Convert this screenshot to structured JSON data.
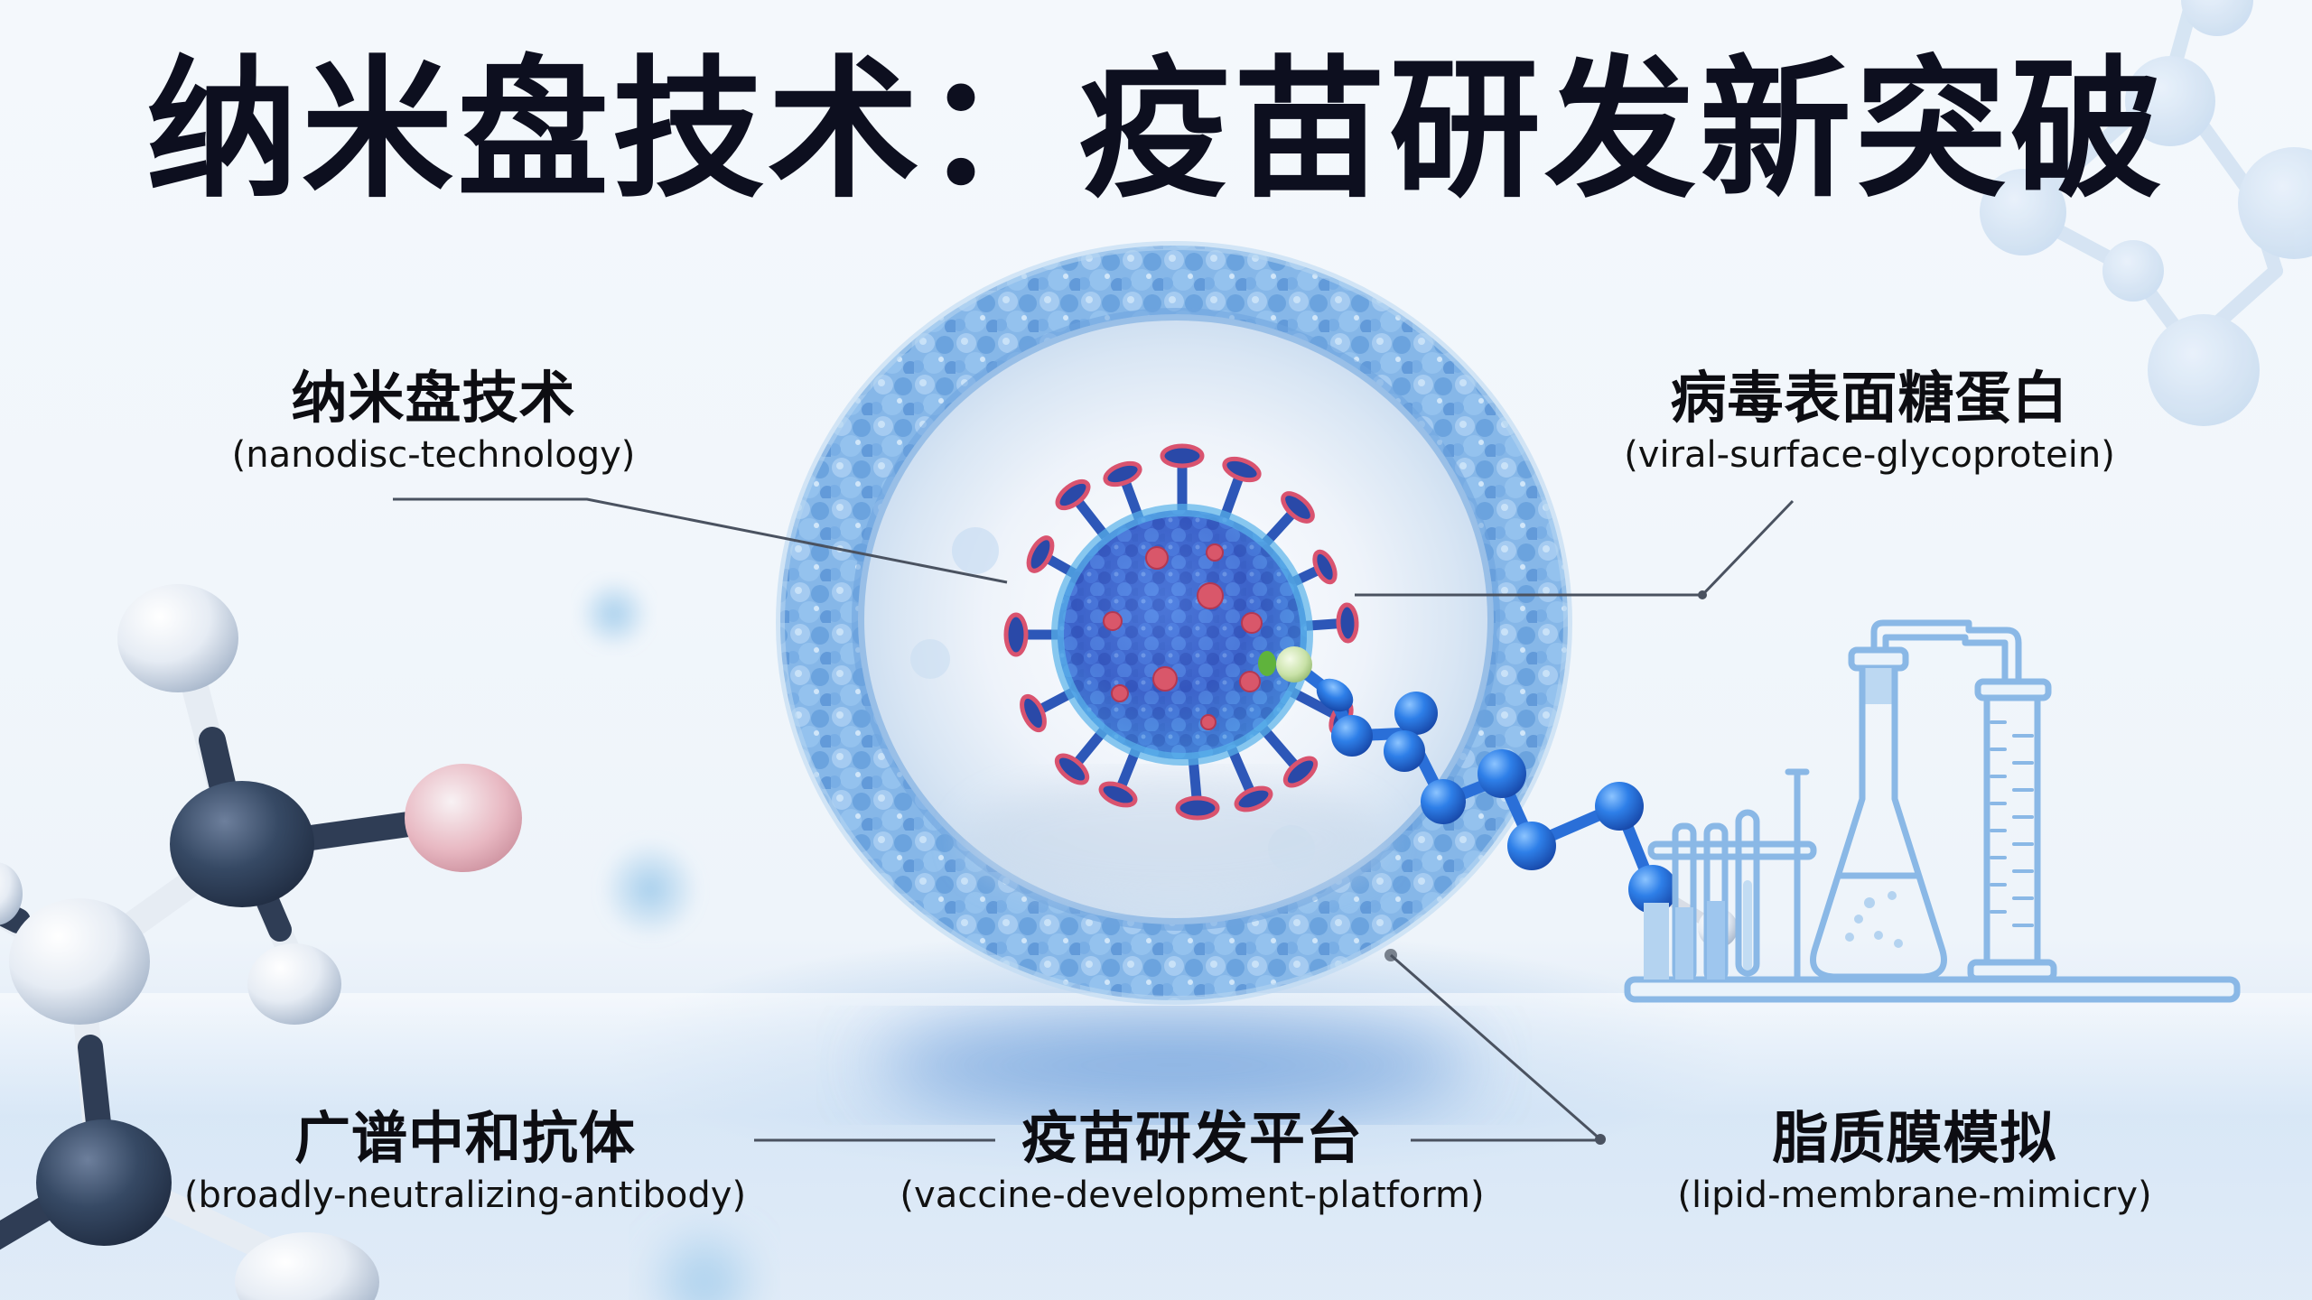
{
  "title": "纳米盘技术：疫苗研发新突破",
  "labels": {
    "nanodisc": {
      "zh": "纳米盘技术",
      "en": "(nanodisc-technology)"
    },
    "glycoprotein": {
      "zh": "病毒表面糖蛋白",
      "en": "(viral-surface-glycoprotein)"
    },
    "antibody": {
      "zh": "广谱中和抗体",
      "en": "(broadly-neutralizing-antibody)"
    },
    "platform": {
      "zh": "疫苗研发平台",
      "en": "(vaccine-development-platform)"
    },
    "lipid": {
      "zh": "脂质膜模拟",
      "en": "(lipid-membrane-mimicry)"
    }
  },
  "illustration": {
    "central": "nanodisc-sphere-with-virus",
    "antibody_chain": "blue-molecular-chain",
    "left_decoration": "ball-and-stick-molecule",
    "right_decoration": "lab-glassware",
    "top_right_decoration": "faded-molecule-network"
  },
  "colors": {
    "title": "#0d0f1f",
    "leader_line": "#4a5260",
    "membrane": "#6fa8e0",
    "virus_body": "#3b6fd0",
    "virus_spike_tip": "#d84b6a",
    "chain": "#2f7ee6",
    "glassware": "#8ab8e6",
    "molecule_dark": "#34445e"
  }
}
